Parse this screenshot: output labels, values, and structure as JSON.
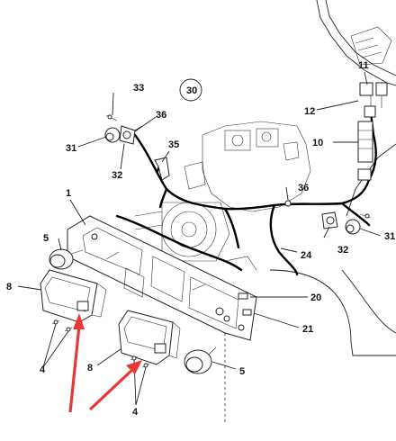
{
  "diagram": {
    "callouts": [
      {
        "id": "c1",
        "text": "1"
      },
      {
        "id": "c4a",
        "text": "4"
      },
      {
        "id": "c4b",
        "text": "4"
      },
      {
        "id": "c5a",
        "text": "5"
      },
      {
        "id": "c5b",
        "text": "5"
      },
      {
        "id": "c8a",
        "text": "8"
      },
      {
        "id": "c8b",
        "text": "8"
      },
      {
        "id": "c10",
        "text": "10"
      },
      {
        "id": "c11",
        "text": "11"
      },
      {
        "id": "c12",
        "text": "12"
      },
      {
        "id": "c20",
        "text": "20"
      },
      {
        "id": "c21",
        "text": "21"
      },
      {
        "id": "c24",
        "text": "24"
      },
      {
        "id": "c30",
        "text": "30"
      },
      {
        "id": "c31a",
        "text": "31"
      },
      {
        "id": "c31b",
        "text": "31"
      },
      {
        "id": "c32a",
        "text": "32"
      },
      {
        "id": "c32b",
        "text": "32"
      },
      {
        "id": "c33",
        "text": "33"
      },
      {
        "id": "c35",
        "text": "35"
      },
      {
        "id": "c36a",
        "text": "36"
      },
      {
        "id": "c36b",
        "text": "36"
      }
    ],
    "colors": {
      "arrow": "#e53935",
      "line": "#222222"
    }
  }
}
